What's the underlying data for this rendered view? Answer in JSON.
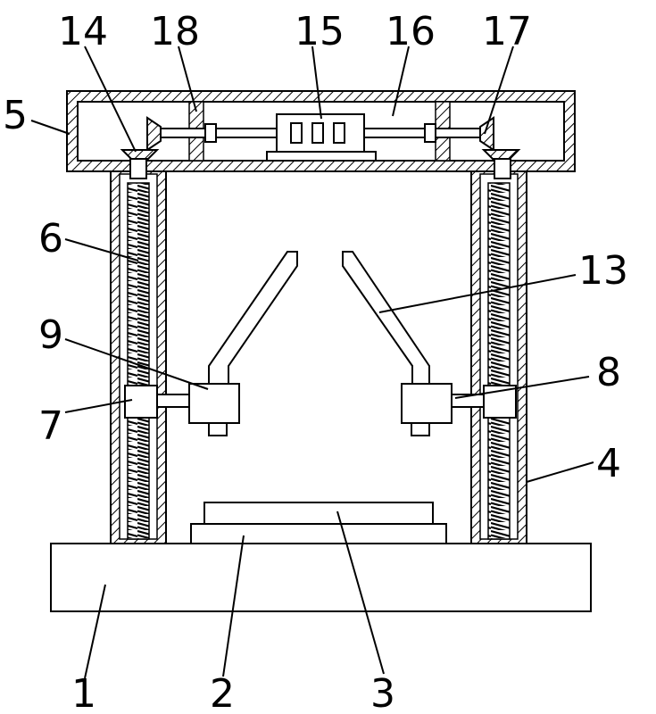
{
  "labels": {
    "l1": "1",
    "l2": "2",
    "l3": "3",
    "l4": "4",
    "l5": "5",
    "l6": "6",
    "l7": "7",
    "l8": "8",
    "l9": "9",
    "l13": "13",
    "l14": "14",
    "l15": "15",
    "l16": "16",
    "l17": "17",
    "l18": "18"
  }
}
